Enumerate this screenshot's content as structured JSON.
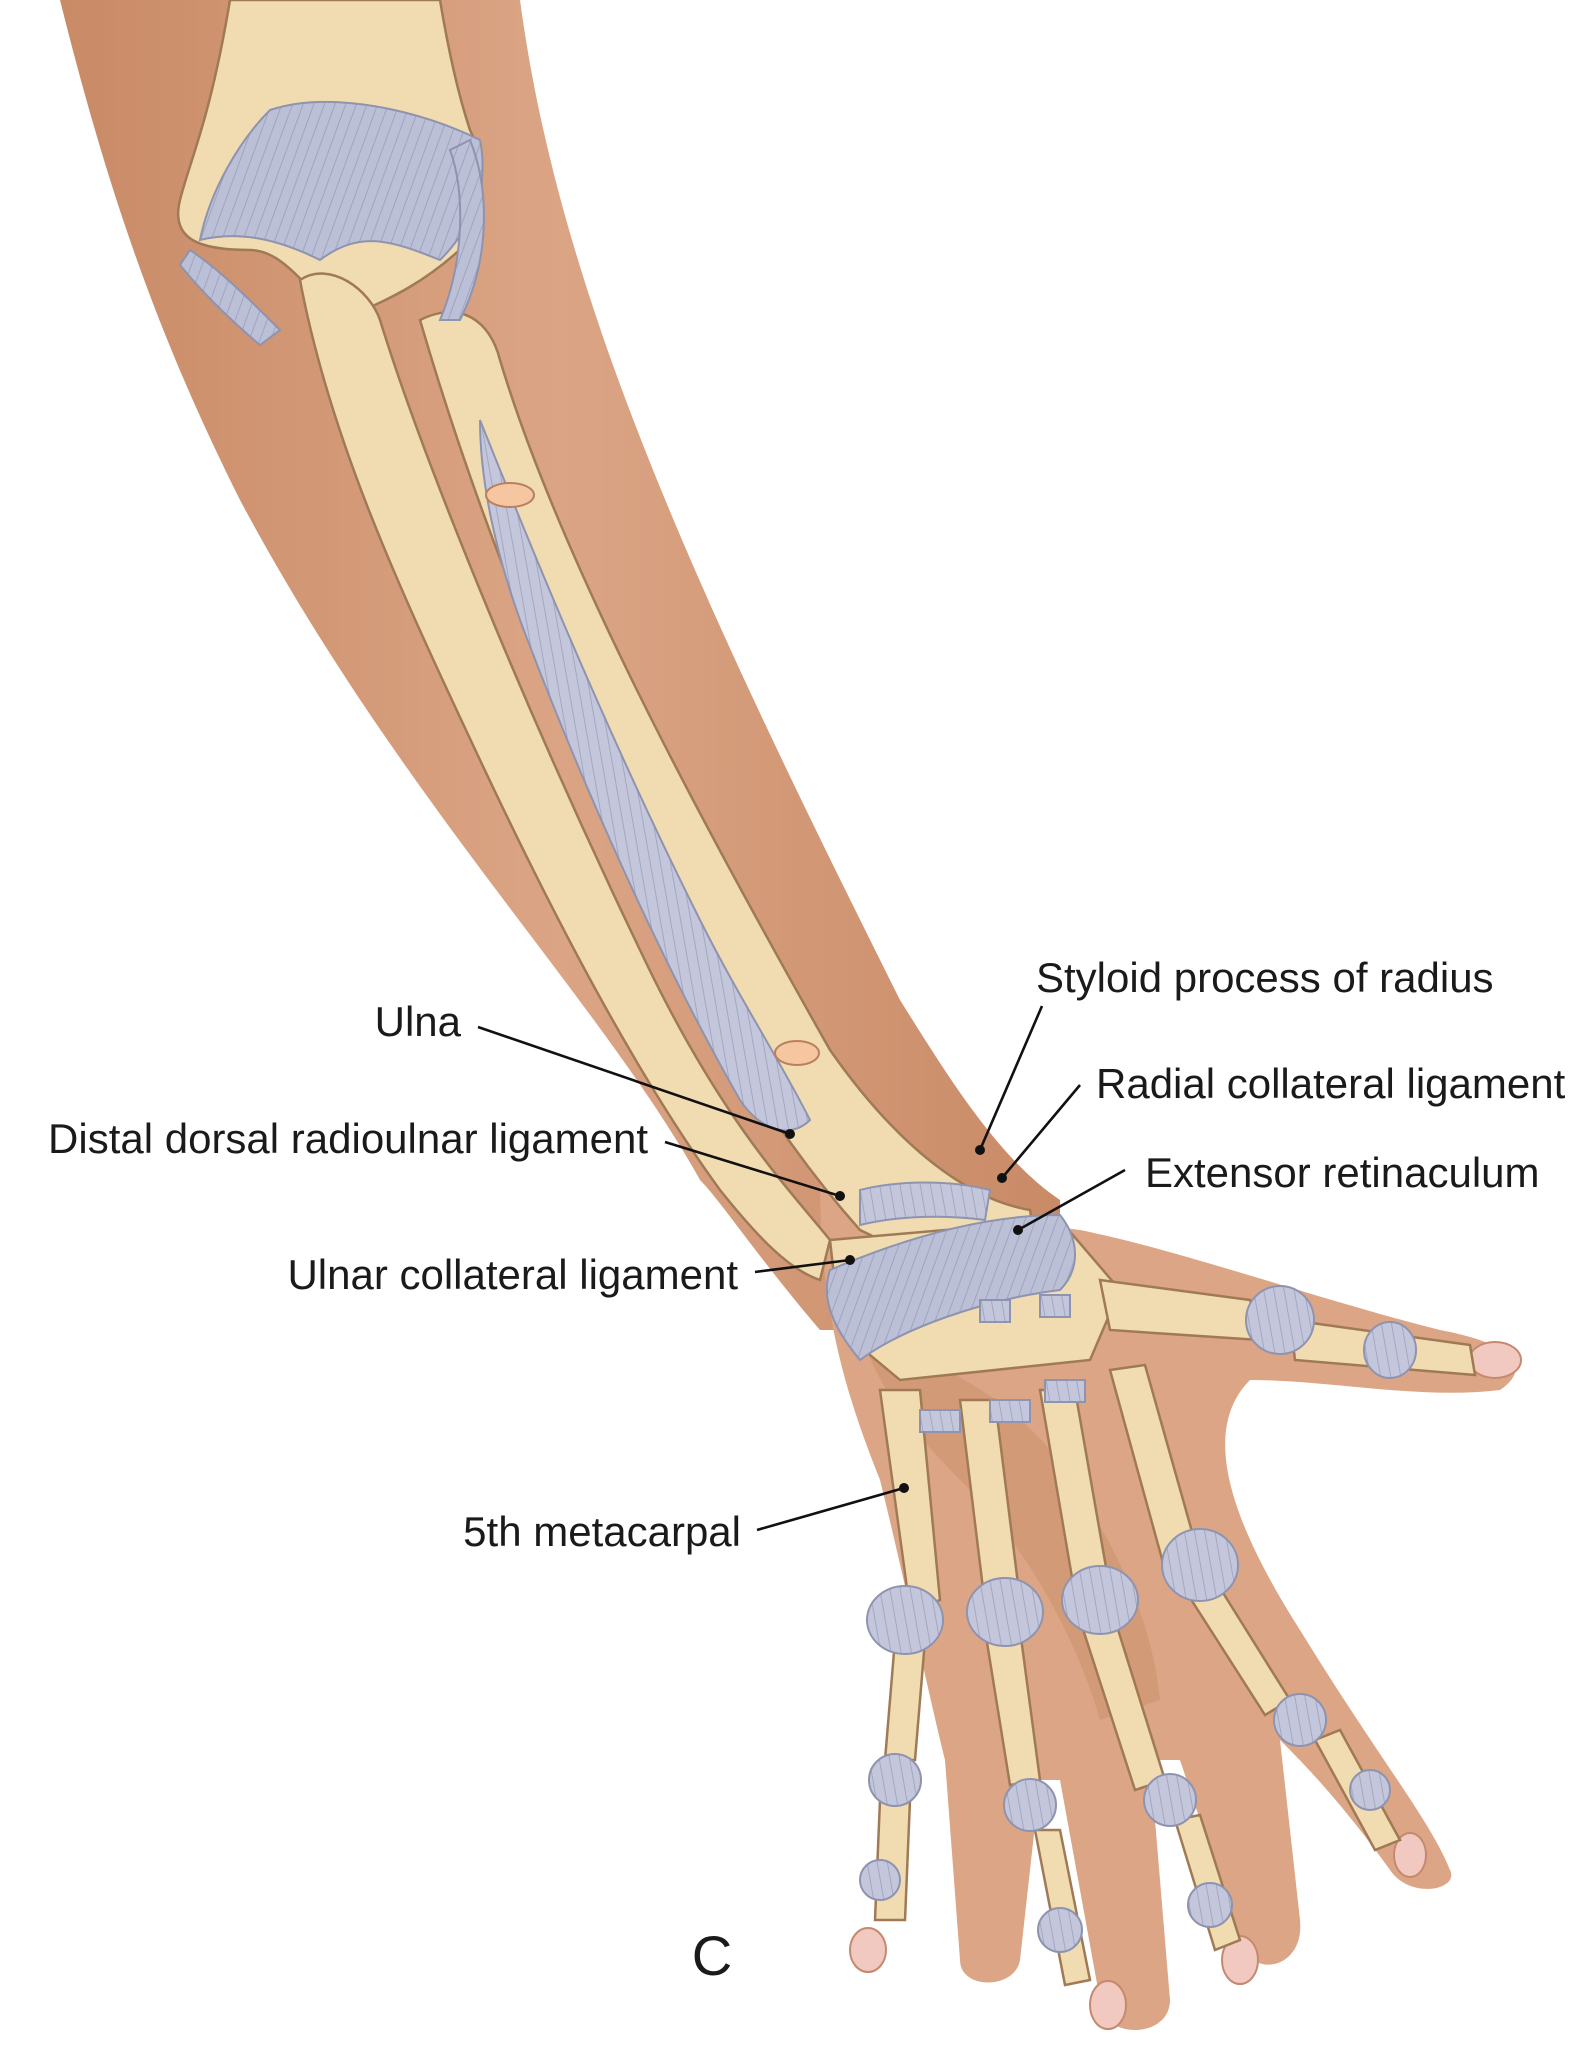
{
  "labels": {
    "ulna": "Ulna",
    "distal_dorsal_radioulnar_ligament": "Distal dorsal radioulnar ligament",
    "ulnar_collateral_ligament": "Ulnar collateral ligament",
    "fifth_metacarpal": "5th metacarpal",
    "styloid_process_of_radius": "Styloid process of radius",
    "radial_collateral_ligament": "Radial collateral ligament",
    "extensor_retinaculum": "Extensor retinaculum"
  },
  "panel_letter": "C",
  "colors": {
    "skin": "#d9a07e",
    "skin_shadow": "#c4835f",
    "bone": "#f1dcb2",
    "bone_outline": "#a07a55",
    "ligament": "#b9bdd3",
    "ligament_light": "#d5d8e6",
    "nail": "#f2c9c0",
    "text": "#1a1a1a"
  }
}
